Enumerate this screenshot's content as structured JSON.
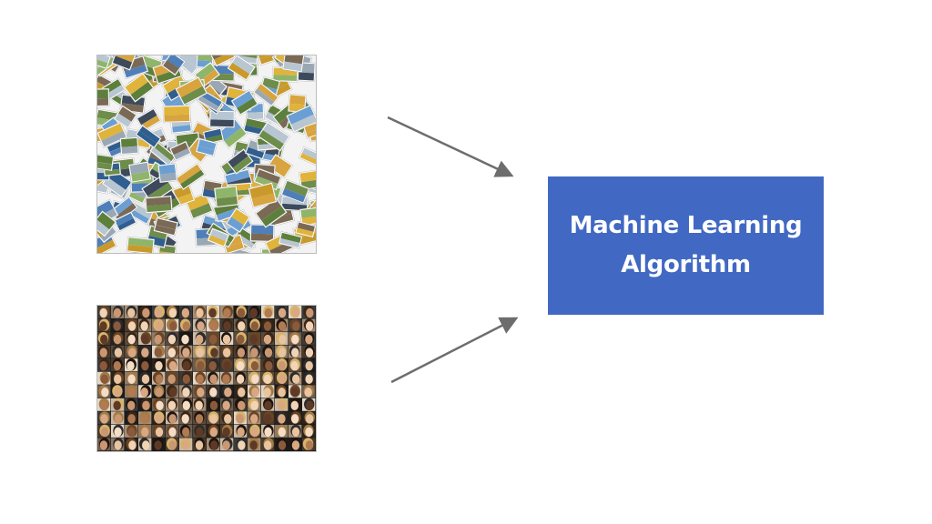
{
  "algorithm_box": {
    "label": "Machine Learning\nAlgorithm",
    "color": "#4169c3",
    "text_color": "#ffffff"
  },
  "inputs": [
    {
      "name": "photo-collage-scatter",
      "kind": "scattered photo collage"
    },
    {
      "name": "photo-collage-faces",
      "kind": "grid of face photos"
    }
  ],
  "arrow_color": "#6d6d6d"
}
